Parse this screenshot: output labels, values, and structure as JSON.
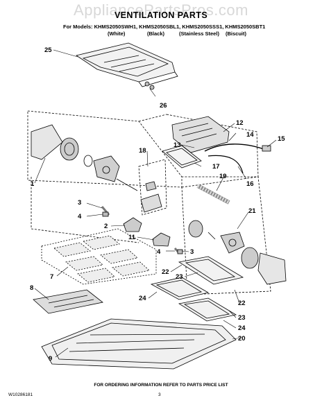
{
  "watermark": "AppliancePartsPros.com",
  "title": "VENTILATION PARTS",
  "models_line": "For Models: KHMS2050SWH1, KHMS2050SBL1, KHMS2050SSS1, KHMS2050SBT1",
  "colors": [
    "(White)",
    "(Black)",
    "(Stainless Steel)",
    "(Biscuit)"
  ],
  "callouts": [
    "25",
    "26",
    "12",
    "14",
    "15",
    "13",
    "17",
    "18",
    "19",
    "16",
    "1",
    "3",
    "4",
    "2",
    "21",
    "11",
    "4",
    "3",
    "7",
    "22",
    "23",
    "22",
    "8",
    "24",
    "23",
    "24",
    "9",
    "20"
  ],
  "footer": {
    "instruction": "FOR ORDERING INFORMATION REFER TO PARTS PRICE LIST",
    "doc_number": "W10286181",
    "page_number": "3"
  }
}
